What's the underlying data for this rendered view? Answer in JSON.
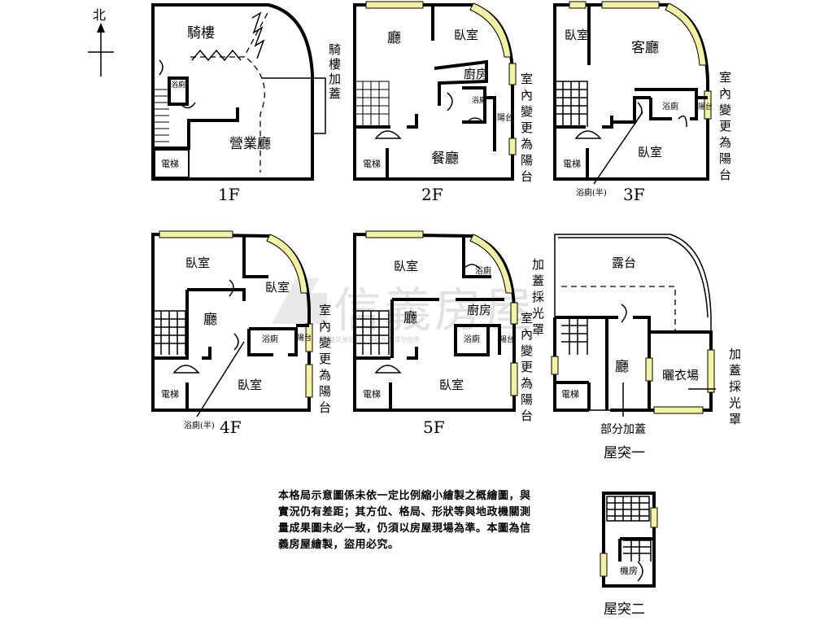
{
  "compass": {
    "label": "北"
  },
  "watermark": {
    "brand": "信義房屋",
    "sub": "信義房屋繪製，未經允許請勿使用"
  },
  "floors": [
    {
      "caption": "1F",
      "rooms": [
        "騎樓",
        "浴廁",
        "營業廳",
        "電梯"
      ],
      "side_note": "騎樓加蓋"
    },
    {
      "caption": "2F",
      "rooms": [
        "廳",
        "臥室",
        "廚房",
        "浴廁",
        "陽台",
        "餐廳",
        "電梯"
      ],
      "side_note": "室內變更為陽台"
    },
    {
      "caption": "3F",
      "rooms": [
        "臥室",
        "客廳",
        "浴廁",
        "陽台",
        "臥室",
        "電梯"
      ],
      "side_note": "室內變更為陽台",
      "callout": "浴廁(半)"
    },
    {
      "caption": "4F",
      "rooms": [
        "臥室",
        "臥室",
        "廳",
        "浴廁",
        "陽台",
        "臥室",
        "電梯"
      ],
      "side_note": "室內變更為陽台",
      "callout": "浴廁(半)"
    },
    {
      "caption": "5F",
      "rooms": [
        "臥室",
        "浴廁",
        "廳",
        "廚房",
        "浴廁",
        "陽台",
        "臥室",
        "電梯"
      ],
      "side_note": "室內變更為陽台",
      "top_note": "加蓋採光罩"
    },
    {
      "caption": "屋突一",
      "rooms": [
        "露台",
        "廳",
        "曬衣場",
        "電梯"
      ],
      "side_note": "加蓋採光罩",
      "bottom_note": "部分加蓋"
    },
    {
      "caption": "屋突二",
      "rooms": [
        "機房"
      ]
    }
  ],
  "note": "本格局示意圖係未依一定比例縮小繪製之概繪圖，與實況仍有差距；其方位、格局、形狀等與地政機關測量成果圖未必一致，仍須以房屋現場為準。本圖為信義房屋繪製，盜用必究。",
  "colors": {
    "window": "#f3f2a0",
    "wall": "#000000",
    "watermark": "#e2e2e2"
  }
}
